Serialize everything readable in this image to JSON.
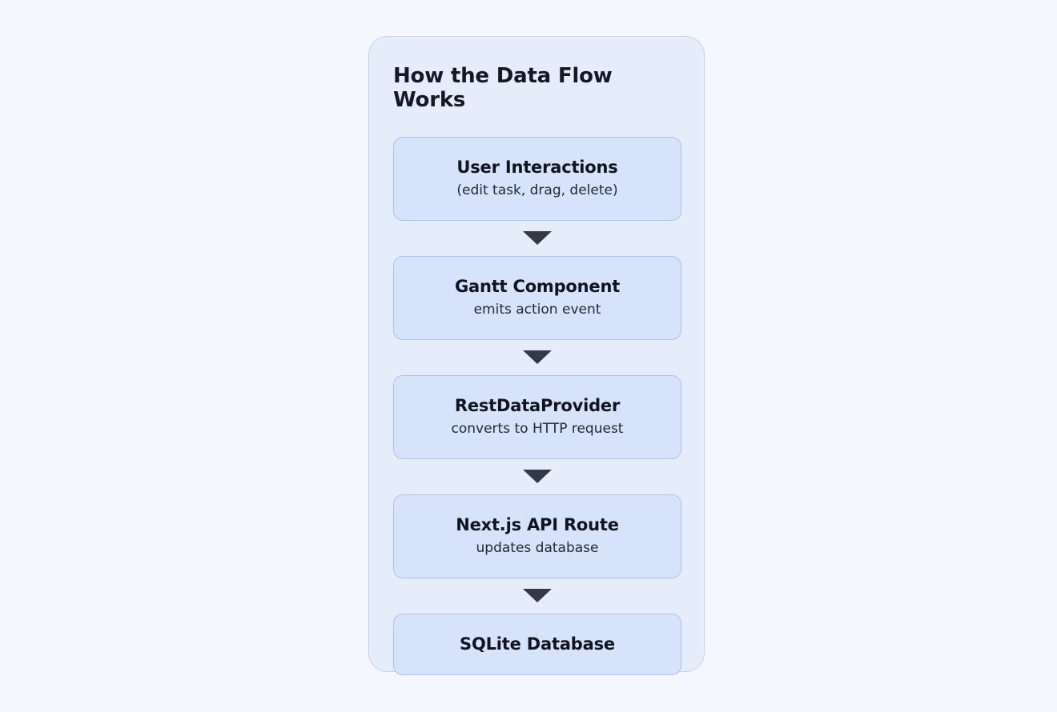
{
  "colors": {
    "page_background": "#f4f7fd",
    "panel_background": "#e5ecfa",
    "panel_border": "#c3d4ef",
    "box_background": "#d6e3fb",
    "box_border": "#a9c3ee",
    "arrow": "#333a46",
    "title_text": "#141824"
  },
  "panel": {
    "title": "How the Data Flow Works"
  },
  "flow": {
    "arrow_icon": "triangle-down",
    "steps": [
      {
        "title": "User Interactions",
        "subtitle": "(edit task, drag, delete)"
      },
      {
        "title": "Gantt Component",
        "subtitle": "emits action event"
      },
      {
        "title": "RestDataProvider",
        "subtitle": "converts to HTTP request"
      },
      {
        "title": "Next.js API Route",
        "subtitle": "updates database"
      },
      {
        "title": "SQLite Database",
        "subtitle": ""
      }
    ]
  }
}
